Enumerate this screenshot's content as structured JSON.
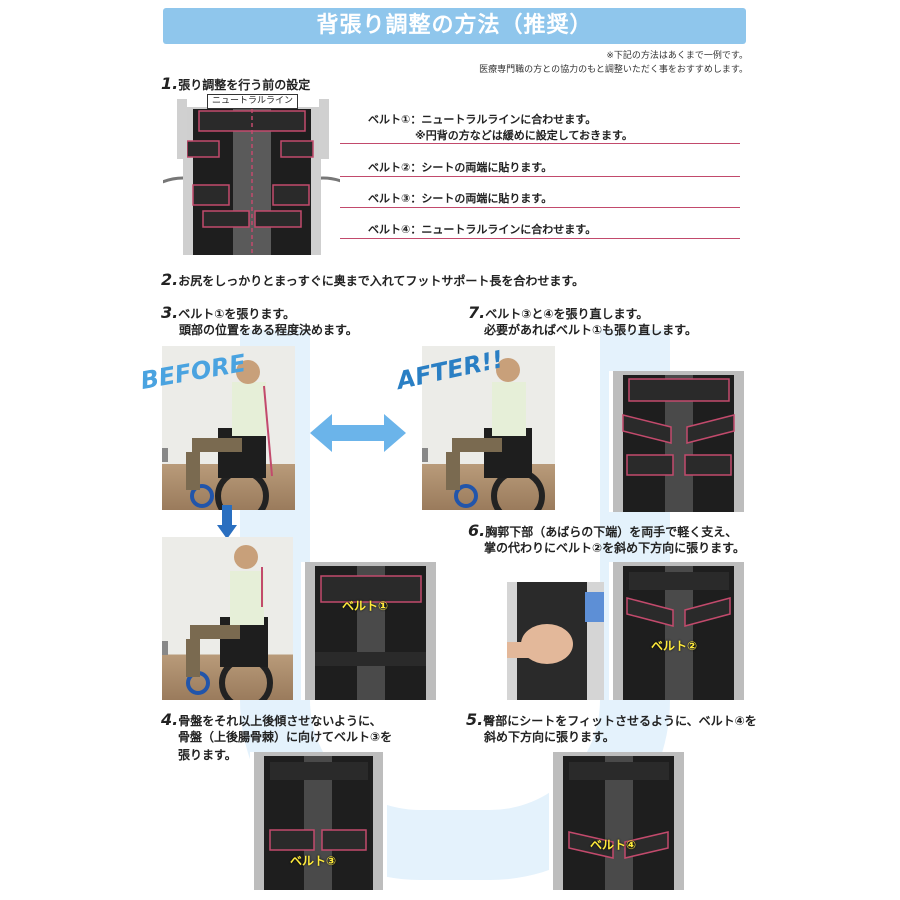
{
  "title": "背張り調整の方法（推奨）",
  "note": {
    "line1": "※下記の方法はあくまで一例です。",
    "line2": "医療専門職の方との協力のもと調整いただく事をおすすめします。"
  },
  "step1": {
    "num": "1.",
    "text": "張り調整を行う前の設定",
    "neutral_label": "ニュートラルライン",
    "belts": [
      "ベルト①：ニュートラルラインに合わせます。",
      "※円背の方などは緩めに設定しておきます。",
      "ベルト②：シートの両端に貼ります。",
      "ベルト③：シートの両端に貼ります。",
      "ベルト④：ニュートラルラインに合わせます。"
    ]
  },
  "step2": {
    "num": "2.",
    "text": "お尻をしっかりとまっすぐに奥まで入れてフットサポート長を合わせます。"
  },
  "step3": {
    "num": "3.",
    "line1": "ベルト①を張ります。",
    "line2": "頭部の位置をある程度決めます。"
  },
  "step7": {
    "num": "7.",
    "line1": "ベルト③と④を張り直します。",
    "line2": "必要があればベルト①も張り直します。"
  },
  "step6": {
    "num": "6.",
    "line1": "胸郭下部（あばらの下端）を両手で軽く支え、",
    "line2": "掌の代わりにベルト②を斜め下方向に張ります。"
  },
  "step4": {
    "num": "4.",
    "line1": "骨盤をそれ以上後傾させないように、",
    "line2": "骨盤（上後腸骨棘）に向けてベルト③を",
    "line3": "張ります。"
  },
  "step5": {
    "num": "5.",
    "line1": "臀部にシートをフィットさせるように、ベルト④を",
    "line2": "斜め下方向に張ります。"
  },
  "labels": {
    "before": "BEFORE",
    "after": "AFTER!!",
    "belt1": "ベルト①",
    "belt2": "ベルト②",
    "belt3": "ベルト③",
    "belt4": "ベルト④"
  },
  "colors": {
    "title_bg": "#8fc6ec",
    "arrow": "#6bb4ea",
    "pink": "#c24a6c",
    "u_shape": "#e4f2fc"
  }
}
